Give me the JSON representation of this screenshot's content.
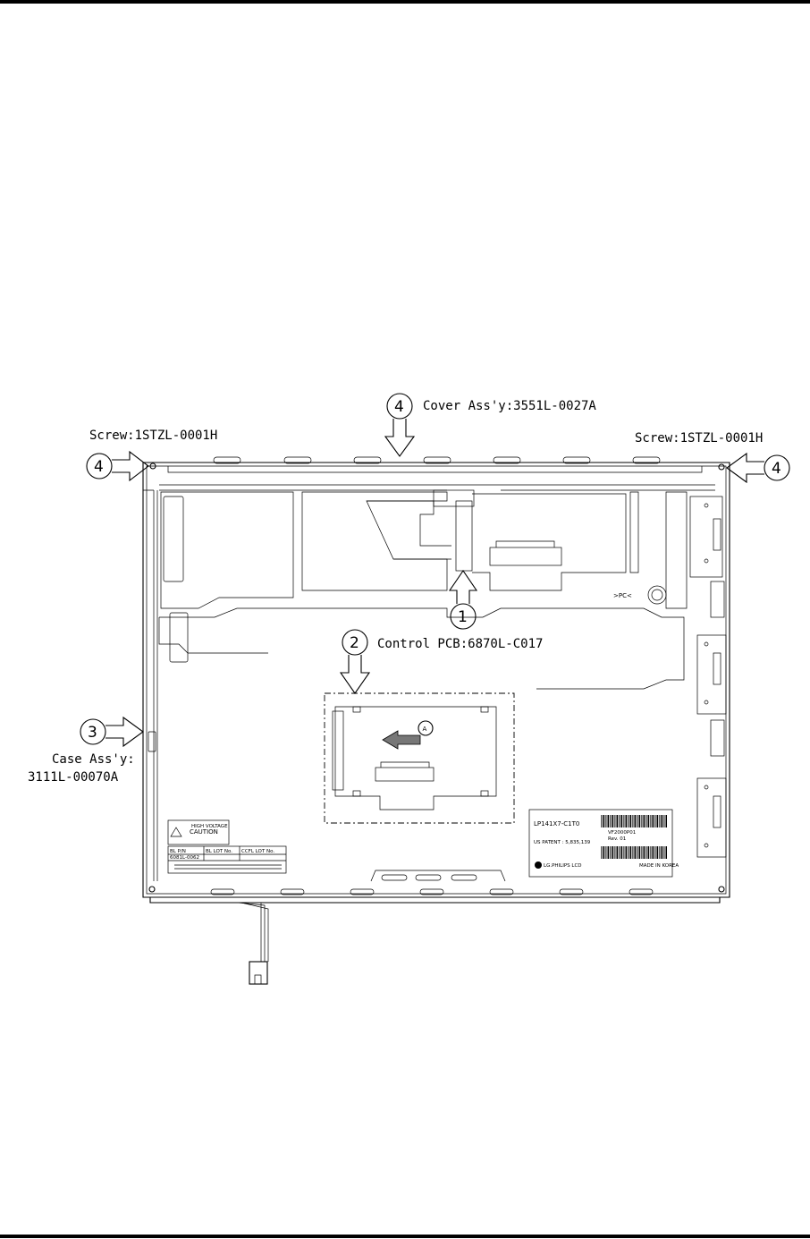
{
  "callouts": {
    "cover": {
      "number": "4",
      "label": "Cover Ass'y:3551L-0027A"
    },
    "screw_left": {
      "number": "4",
      "label": "Screw:1STZL-0001H"
    },
    "screw_right": {
      "number": "4",
      "label": "Screw:1STZL-0001H"
    },
    "connector": {
      "number": "1"
    },
    "control_pcb": {
      "number": "2",
      "label": "Control PCB:6870L-C017"
    },
    "case": {
      "number": "3",
      "label_line1": "Case Ass'y:",
      "label_line2": "3111L-00070A"
    },
    "detail_marker": "A"
  },
  "panel_marks": {
    "pc_mark": ">PC<",
    "caution_label": {
      "title_line1": "HIGH VOLTAGE",
      "title_line2": "CAUTION",
      "col_pn": "BL P/N",
      "col_bl_lot": "BL LOT No.",
      "col_ccfl_lot": "CCFL LOT No.",
      "part_no": "6081L-0062"
    },
    "model_label": {
      "model": "LP141X7-C1T0",
      "barcode_text": "VF2000P01",
      "rev": "Rev. 01",
      "patent": "US PATENT : 5,835,139",
      "brand": "LG.PHILIPS LCD",
      "made_in": "MADE IN KOREA"
    }
  }
}
